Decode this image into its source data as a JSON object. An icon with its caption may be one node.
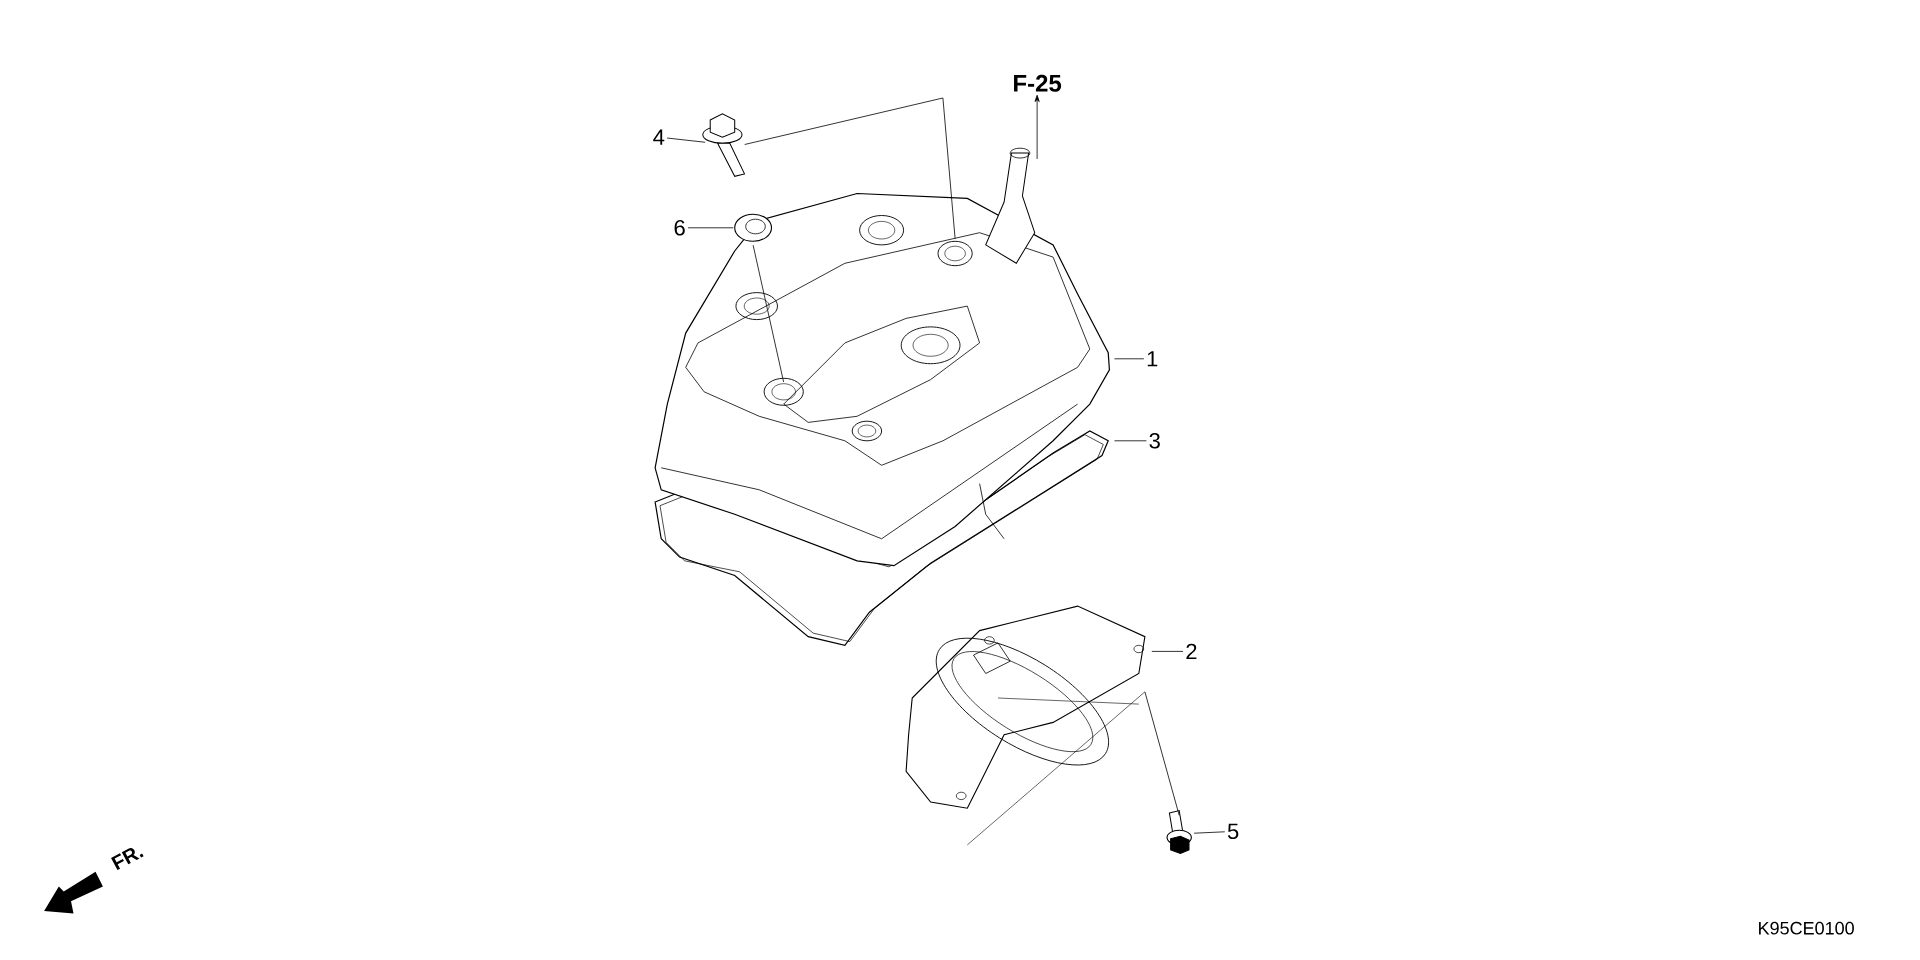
{
  "diagram": {
    "nodes": [
      {
        "text": [
          "F-25"
        ]
      },
      {
        "text": [
          "4"
        ]
      },
      {
        "text": [
          "6"
        ]
      },
      {
        "text": [
          "1"
        ]
      },
      {
        "text": [
          "3"
        ]
      },
      {
        "text": [
          "2"
        ]
      },
      {
        "text": [
          "5"
        ]
      },
      {
        "text": [],
        "shape": "picture"
      },
      {
        "text": [],
        "shape": "picture"
      },
      {
        "text": [],
        "shape": "picture"
      },
      {
        "text": [],
        "shape": "picture"
      },
      {
        "text": [],
        "shape": "picture"
      },
      {
        "text": [],
        "shape": "picture"
      }
    ],
    "edges": [
      {
        "from": 7,
        "to": 0,
        "arrow": "to"
      },
      {
        "from": 1,
        "to": 10,
        "arrow": "none"
      },
      {
        "from": 2,
        "to": 11,
        "arrow": "none"
      },
      {
        "from": 3,
        "to": 7,
        "arrow": "none"
      },
      {
        "from": 4,
        "to": 8,
        "arrow": "none"
      },
      {
        "from": 5,
        "to": 9,
        "arrow": "none"
      },
      {
        "from": 6,
        "to": 12,
        "arrow": "none"
      },
      {
        "from": 10,
        "to": 7,
        "arrow": "none"
      },
      {
        "from": 11,
        "to": 7,
        "arrow": "none"
      },
      {
        "from": 12,
        "to": 9,
        "arrow": "none"
      }
    ],
    "labels": [
      "FR.",
      "K95CE0100"
    ]
  }
}
